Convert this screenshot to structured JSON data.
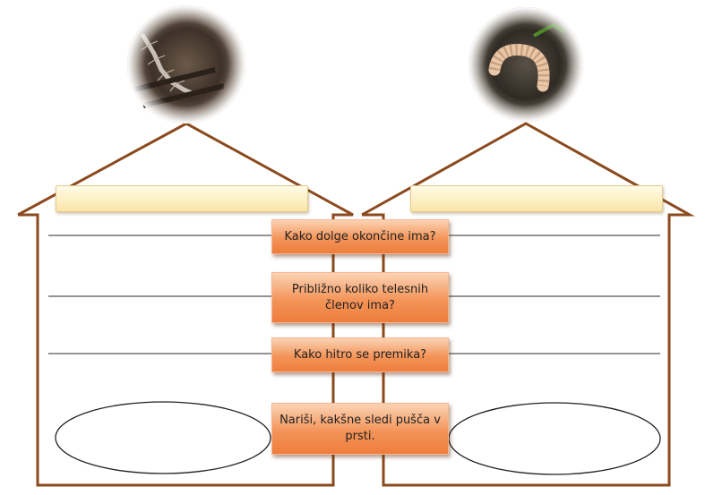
{
  "questions": [
    {
      "text": "Kako dolge okončine ima?"
    },
    {
      "text": "Približno koliko telesnih členov ima?"
    },
    {
      "text": "Kako hitro se premika?"
    },
    {
      "text": "Nariši, kakšne sledi pušča v prsti."
    }
  ],
  "images": [
    {
      "icon": "centipede-photo"
    },
    {
      "icon": "millipede-photo"
    }
  ],
  "colors": {
    "house_outline": "#8b4a1e",
    "question_fill": "#f39459",
    "name_box_fill": "#fbe6a8",
    "line": "#555555"
  }
}
